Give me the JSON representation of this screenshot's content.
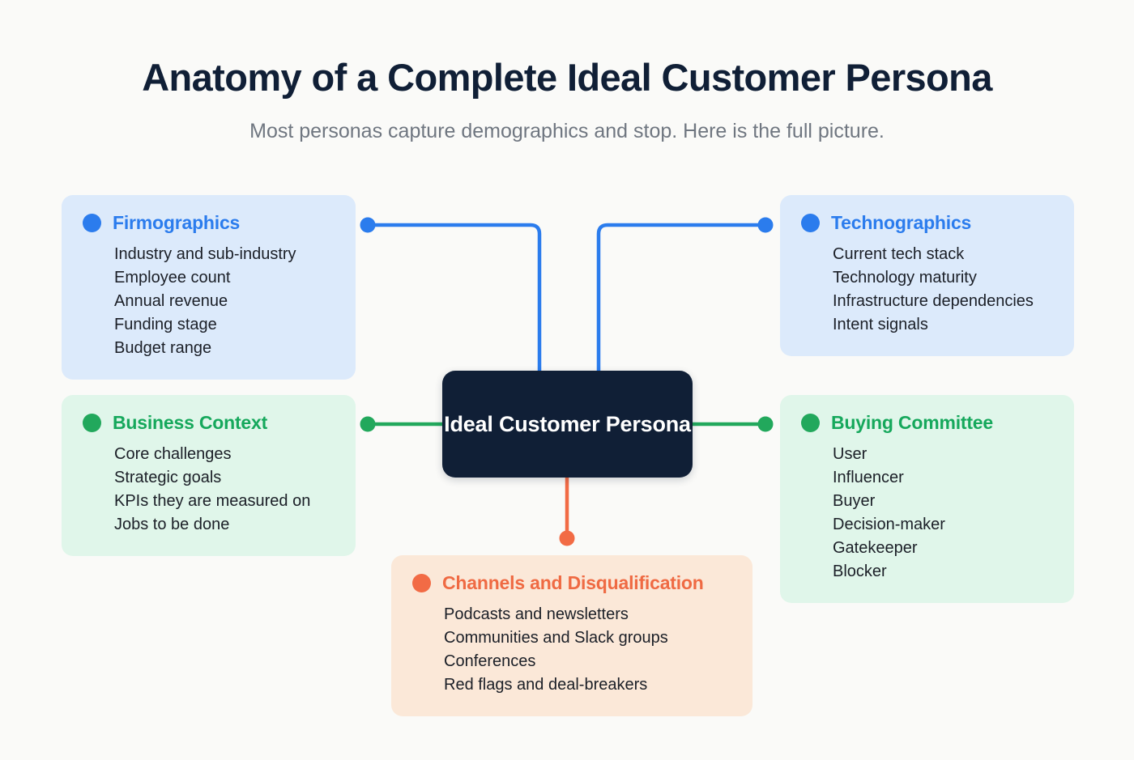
{
  "header": {
    "title": "Anatomy of a Complete Ideal Customer Persona",
    "subtitle": "Most personas capture demographics and stop. Here is the full picture."
  },
  "hub": {
    "label": "Ideal Customer Persona",
    "color": "#101f36"
  },
  "colors": {
    "background": "#fafaf8",
    "blue_accent": "#2b7ced",
    "green_accent": "#22a85c",
    "orange_accent": "#f26b45",
    "blue_card_bg": "#dceafb",
    "green_card_bg": "#e0f6ea",
    "orange_card_bg": "#fbe8d8",
    "title_color": "#101f36",
    "subtitle_color": "#6f7680",
    "list_text_color": "#1b1f27"
  },
  "cards": [
    {
      "id": "firmographics",
      "title": "Firmographics",
      "accent": "#2b7ced",
      "items": [
        "Industry and sub-industry",
        "Employee count",
        "Annual revenue",
        "Funding stage",
        "Budget range"
      ]
    },
    {
      "id": "technographics",
      "title": "Technographics",
      "accent": "#2b7ced",
      "items": [
        "Current tech stack",
        "Technology maturity",
        "Infrastructure dependencies",
        "Intent signals"
      ]
    },
    {
      "id": "business-context",
      "title": "Business Context",
      "accent": "#22a85c",
      "items": [
        "Core challenges",
        "Strategic goals",
        "KPIs they are measured on",
        "Jobs to be done"
      ]
    },
    {
      "id": "buying-committee",
      "title": "Buying Committee",
      "accent": "#22a85c",
      "items": [
        "User",
        "Influencer",
        "Buyer",
        "Decision-maker",
        "Gatekeeper",
        "Blocker"
      ]
    },
    {
      "id": "channels",
      "title": "Channels and Disqualification",
      "accent": "#f26b45",
      "items": [
        "Podcasts and newsletters",
        "Communities and Slack groups",
        "Conferences",
        "Red flags and deal-breakers"
      ]
    }
  ]
}
